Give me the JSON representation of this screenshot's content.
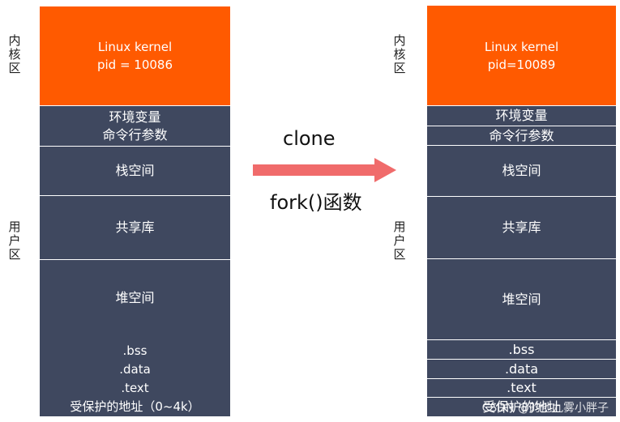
{
  "left": {
    "region_labels": {
      "kernel": "内核区",
      "user": "用户区"
    },
    "kernel": {
      "line1": "Linux kernel",
      "line2": "pid = 10086"
    },
    "env": {
      "line1": "环境变量",
      "line2": "命令行参数"
    },
    "stack": "栈空间",
    "shared": "共享库",
    "heap": "堆空间",
    "bss": ".bss",
    "data": ".data",
    "text": ".text",
    "protected": "受保护的地址（0~4k）"
  },
  "right": {
    "region_labels": {
      "kernel": "内核区",
      "user": "用户区"
    },
    "kernel": {
      "line1": "Linux kernel",
      "line2": "pid=10089"
    },
    "env": "环境变量",
    "args": "命令行参数",
    "stack": "栈空间",
    "shared": "共享库",
    "heap": "堆空间",
    "bss": ".bss",
    "data": ".data",
    "text": ".text",
    "protected": "受保护的地址"
  },
  "arrow": {
    "top_label": "clone",
    "bottom_label": "fork()函数",
    "color": "#f06b6b"
  },
  "colors": {
    "kernel": "#ff5a00",
    "user_segment": "#3f485f"
  },
  "watermark": "CSDN @的他九雾小胖子"
}
